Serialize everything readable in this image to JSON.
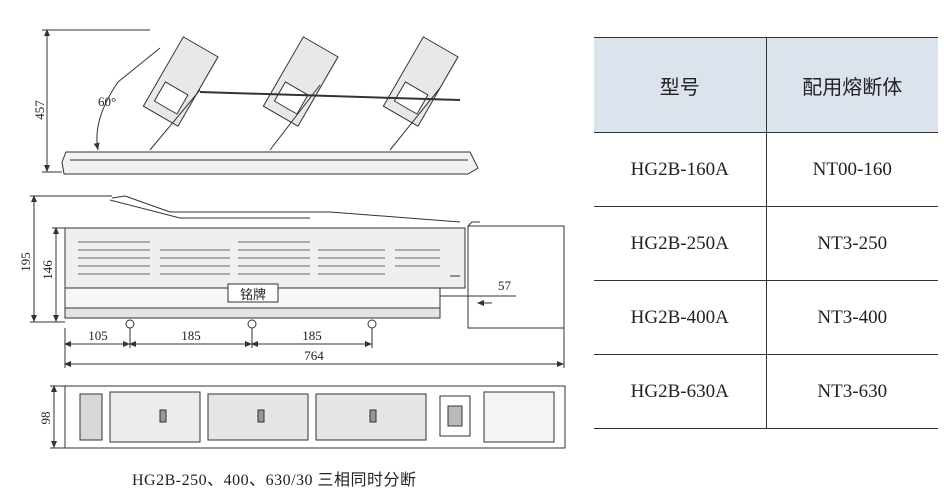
{
  "dimensions": {
    "height_457": "457",
    "angle_60": "60°",
    "height_195": "195",
    "height_146": "146",
    "offset_57": "57",
    "span_105": "105",
    "span_185_a": "185",
    "span_185_b": "185",
    "length_764": "764",
    "width_98": "98"
  },
  "nameplate": "铭牌",
  "caption": "HG2B-250、400、630/30 三相同时分断",
  "table": {
    "headers": [
      "型号",
      "配用熔断体"
    ],
    "rows": [
      [
        "HG2B-160A",
        "NT00-160"
      ],
      [
        "HG2B-250A",
        "NT3-250"
      ],
      [
        "HG2B-400A",
        "NT3-400"
      ],
      [
        "HG2B-630A",
        "NT3-630"
      ]
    ]
  },
  "colors": {
    "header_fill": "#dbe3ed",
    "line": "#333333"
  }
}
